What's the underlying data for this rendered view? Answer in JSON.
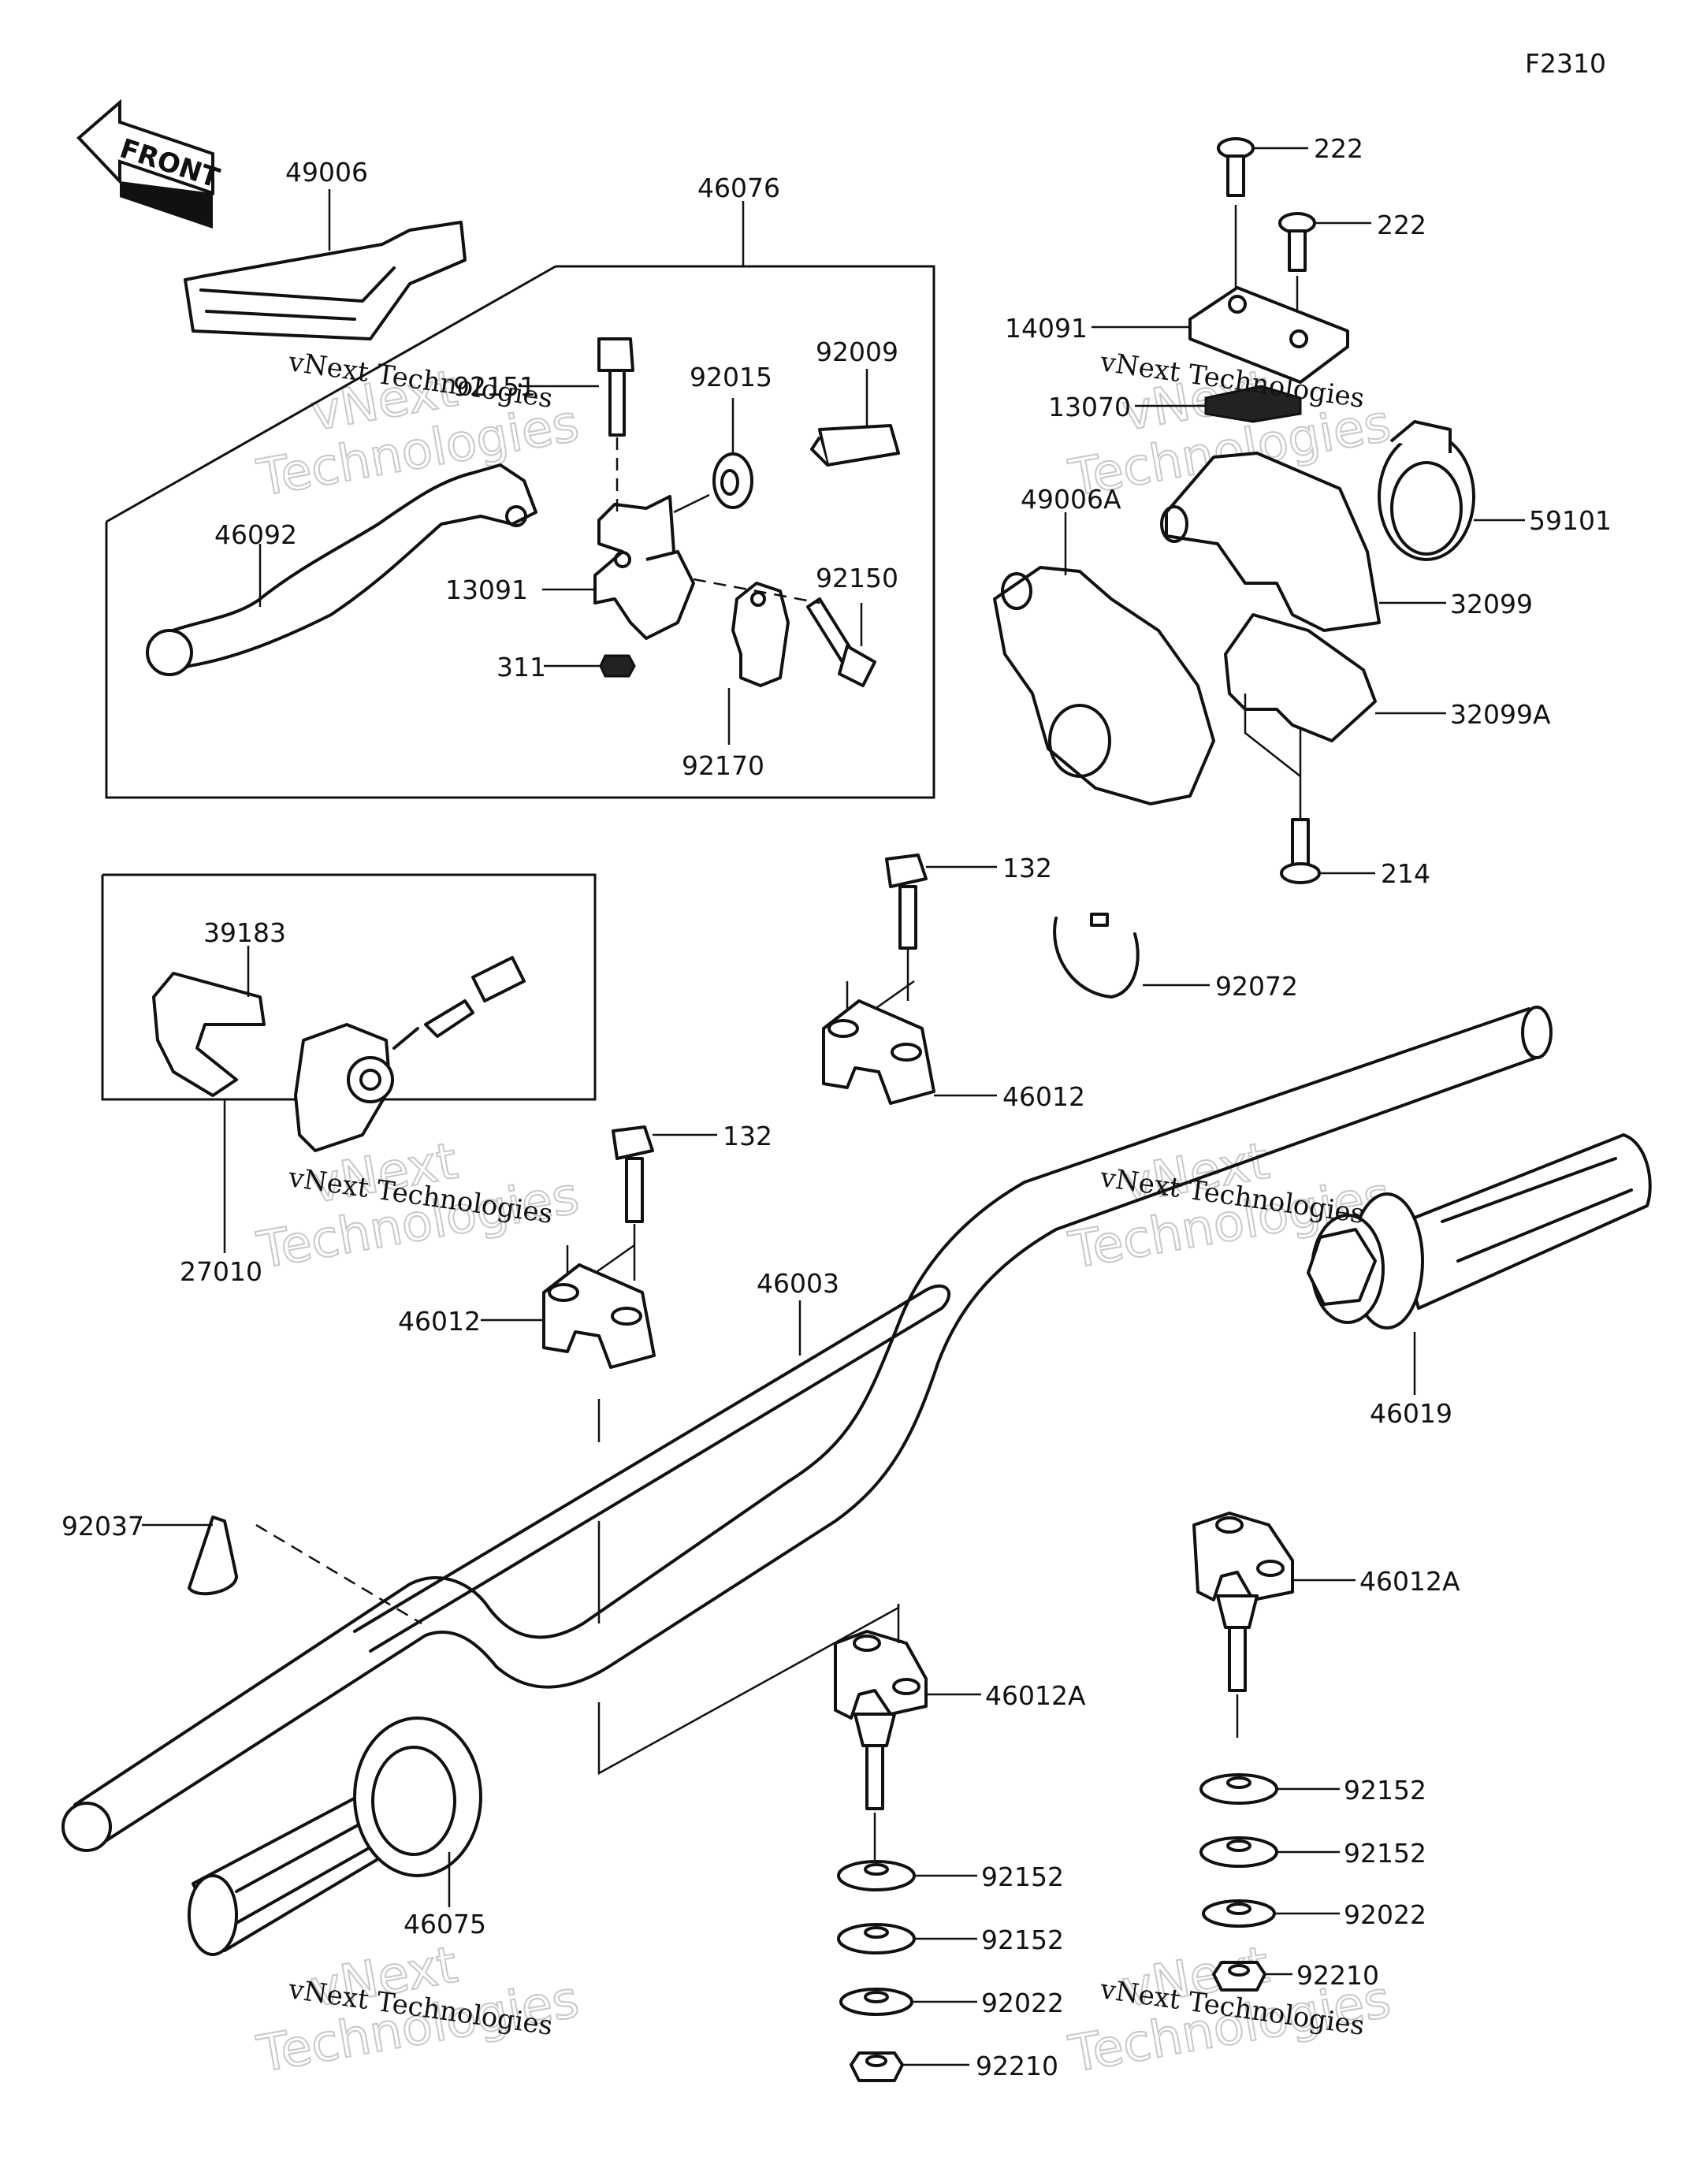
{
  "figure_code": "F2310",
  "front_label": "FRONT",
  "watermark": {
    "small": "vNext Technologies",
    "large_line1": "vNext",
    "large_line2": "Technologies"
  },
  "labels": {
    "p49006": "49006",
    "p46076": "46076",
    "p92151": "92151",
    "p92015": "92015",
    "p92009": "92009",
    "p46092": "46092",
    "p13091": "13091",
    "p311": "311",
    "p92150": "92150",
    "p92170": "92170",
    "p222a": "222",
    "p222b": "222",
    "p14091": "14091",
    "p13070": "13070",
    "p59101": "59101",
    "p49006A": "49006A",
    "p32099": "32099",
    "p32099A": "32099A",
    "p214": "214",
    "p132a": "132",
    "p92072": "92072",
    "p46012a": "46012",
    "p39183": "39183",
    "p27010": "27010",
    "p132b": "132",
    "p46012b": "46012",
    "p46003": "46003",
    "p46019": "46019",
    "p92037": "92037",
    "p46012Aa": "46012A",
    "p46012Ab": "46012A",
    "p92152a": "92152",
    "p92152b": "92152",
    "p92022a": "92022",
    "p92210a": "92210",
    "p92152c": "92152",
    "p92152d": "92152",
    "p92022b": "92022",
    "p92210b": "92210",
    "p46075": "46075"
  }
}
